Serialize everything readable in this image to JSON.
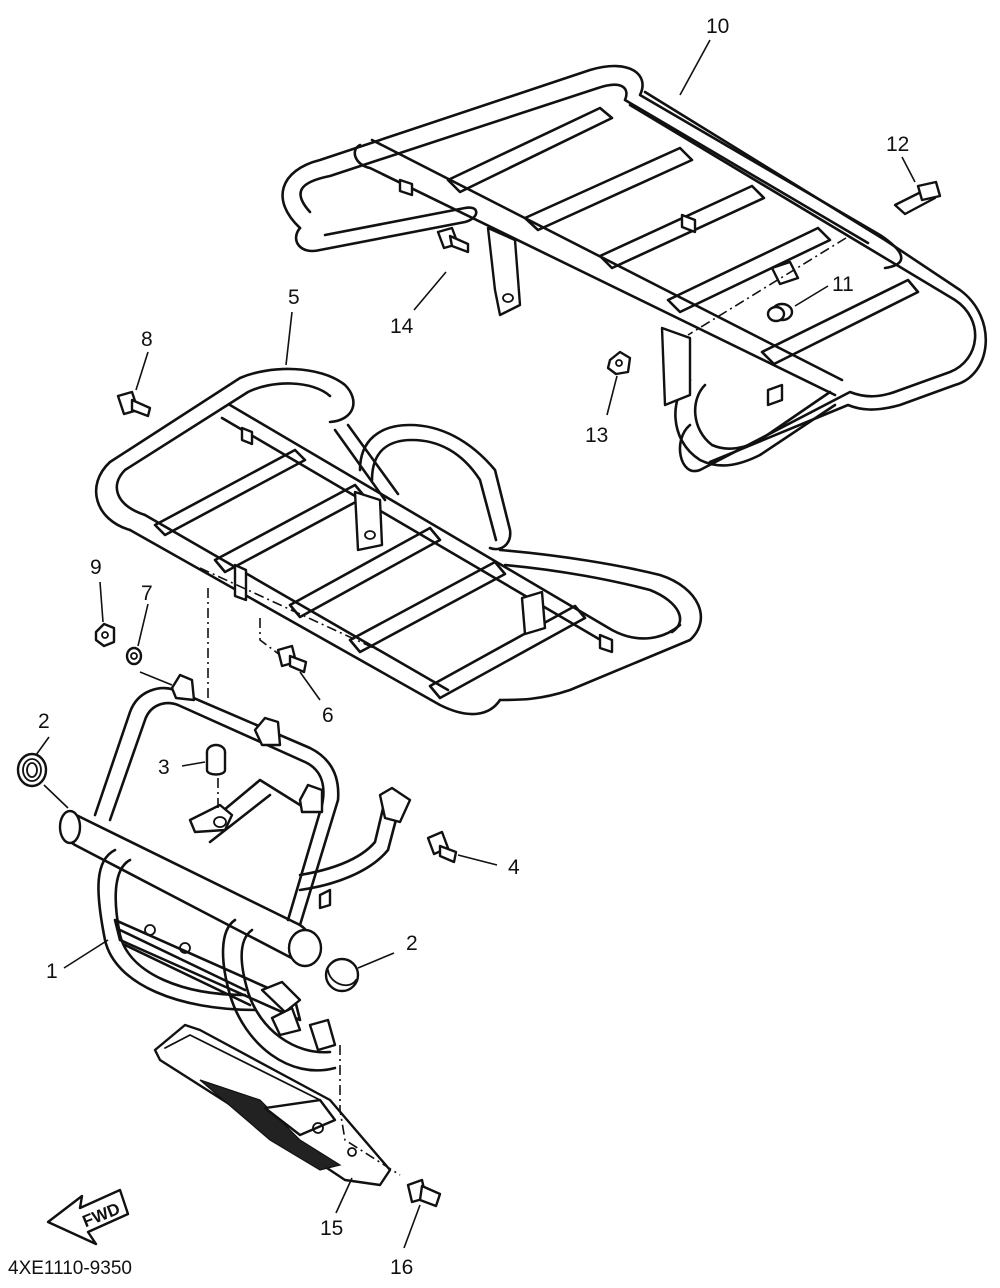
{
  "diagram": {
    "drawing_code": "4XE1110-9350",
    "direction_marker": "FWD",
    "callouts": [
      {
        "id": "c10",
        "label": "10"
      },
      {
        "id": "c12",
        "label": "12"
      },
      {
        "id": "c11",
        "label": "11"
      },
      {
        "id": "c14",
        "label": "14"
      },
      {
        "id": "c13",
        "label": "13"
      },
      {
        "id": "c5",
        "label": "5"
      },
      {
        "id": "c8",
        "label": "8"
      },
      {
        "id": "c9",
        "label": "9"
      },
      {
        "id": "c7",
        "label": "7"
      },
      {
        "id": "c6",
        "label": "6"
      },
      {
        "id": "c3",
        "label": "3"
      },
      {
        "id": "c2a",
        "label": "2"
      },
      {
        "id": "c4",
        "label": "4"
      },
      {
        "id": "c2b",
        "label": "2"
      },
      {
        "id": "c1",
        "label": "1"
      },
      {
        "id": "c15",
        "label": "15"
      },
      {
        "id": "c16",
        "label": "16"
      }
    ]
  }
}
